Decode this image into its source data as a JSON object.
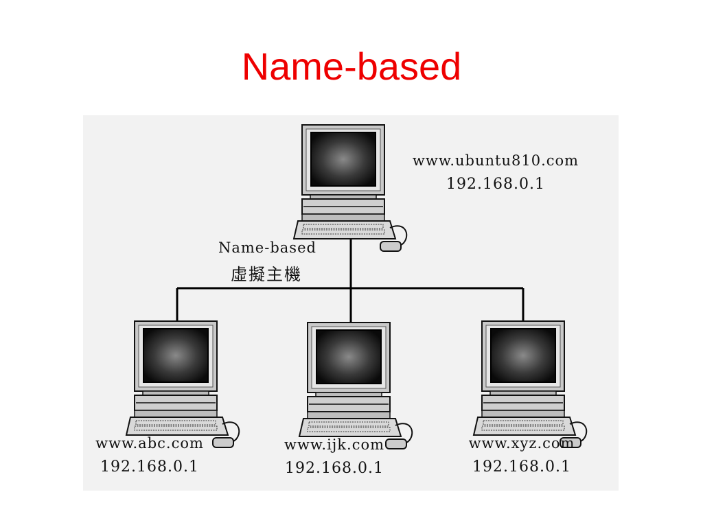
{
  "slide": {
    "title": "Name-based"
  },
  "diagram": {
    "server": {
      "hostname": "www.ubuntu810.com",
      "ip": "192.168.0.1"
    },
    "virtual_hosting": {
      "line1": "Name-based",
      "line2": "虛擬主機"
    },
    "clients": [
      {
        "hostname": "www.abc.com",
        "ip": "192.168.0.1"
      },
      {
        "hostname": "www.ijk.com",
        "ip": "192.168.0.1"
      },
      {
        "hostname": "www.xyz.com",
        "ip": "192.168.0.1"
      }
    ],
    "icons": {
      "computer": "desktop-computer-icon"
    }
  }
}
